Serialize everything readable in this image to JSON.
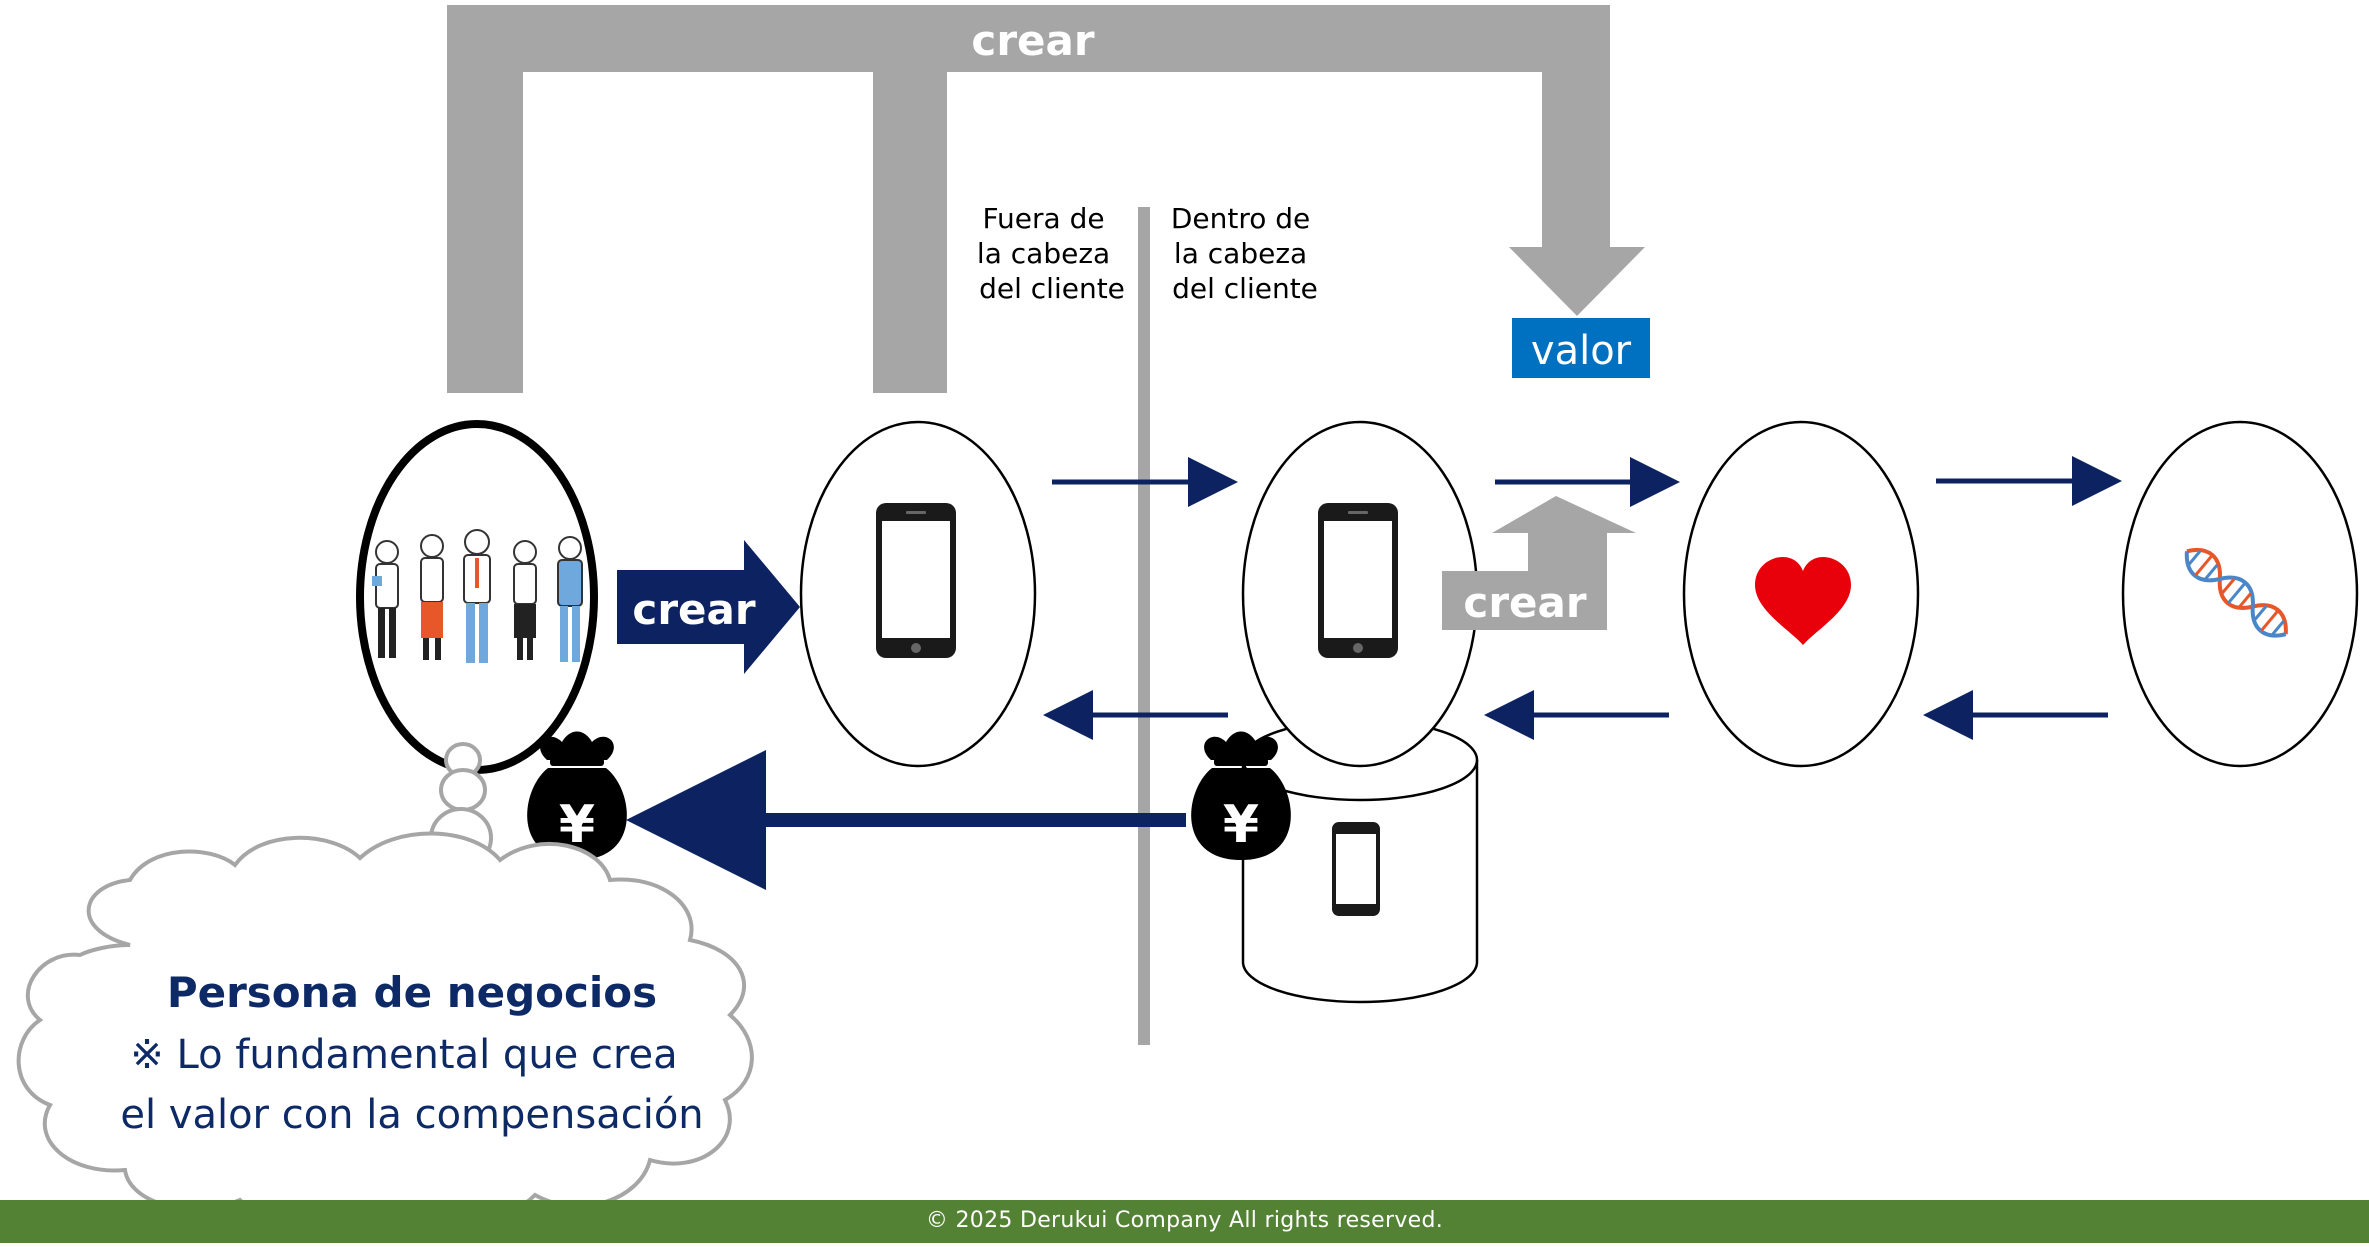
{
  "labels": {
    "top_crear": "crear",
    "mid_crear": "crear",
    "phone_crear": "crear",
    "valor": "valor",
    "outside_head": [
      "Fuera de",
      "la cabeza",
      "del cliente"
    ],
    "inside_head": [
      "Dentro de",
      "la cabeza",
      "del cliente"
    ],
    "yen_symbol": "¥"
  },
  "cloud": {
    "title": "Persona de negocios",
    "line1": "※ Lo fundamental que crea",
    "line2": "el valor con la compensación"
  },
  "footer": {
    "copyright": "© 2025 Derukui Company All rights reserved."
  },
  "colors": {
    "navy": "#0d2260",
    "gray": "#a6a6a6",
    "valor_bg": "#0070c0",
    "heart": "#e8000b",
    "footer": "#548235",
    "cloud_title": "#0d2a66"
  },
  "icons": [
    "people-group",
    "smartphone",
    "heart",
    "dna",
    "money-bag-yen",
    "database-cylinder",
    "thought-bubble"
  ]
}
